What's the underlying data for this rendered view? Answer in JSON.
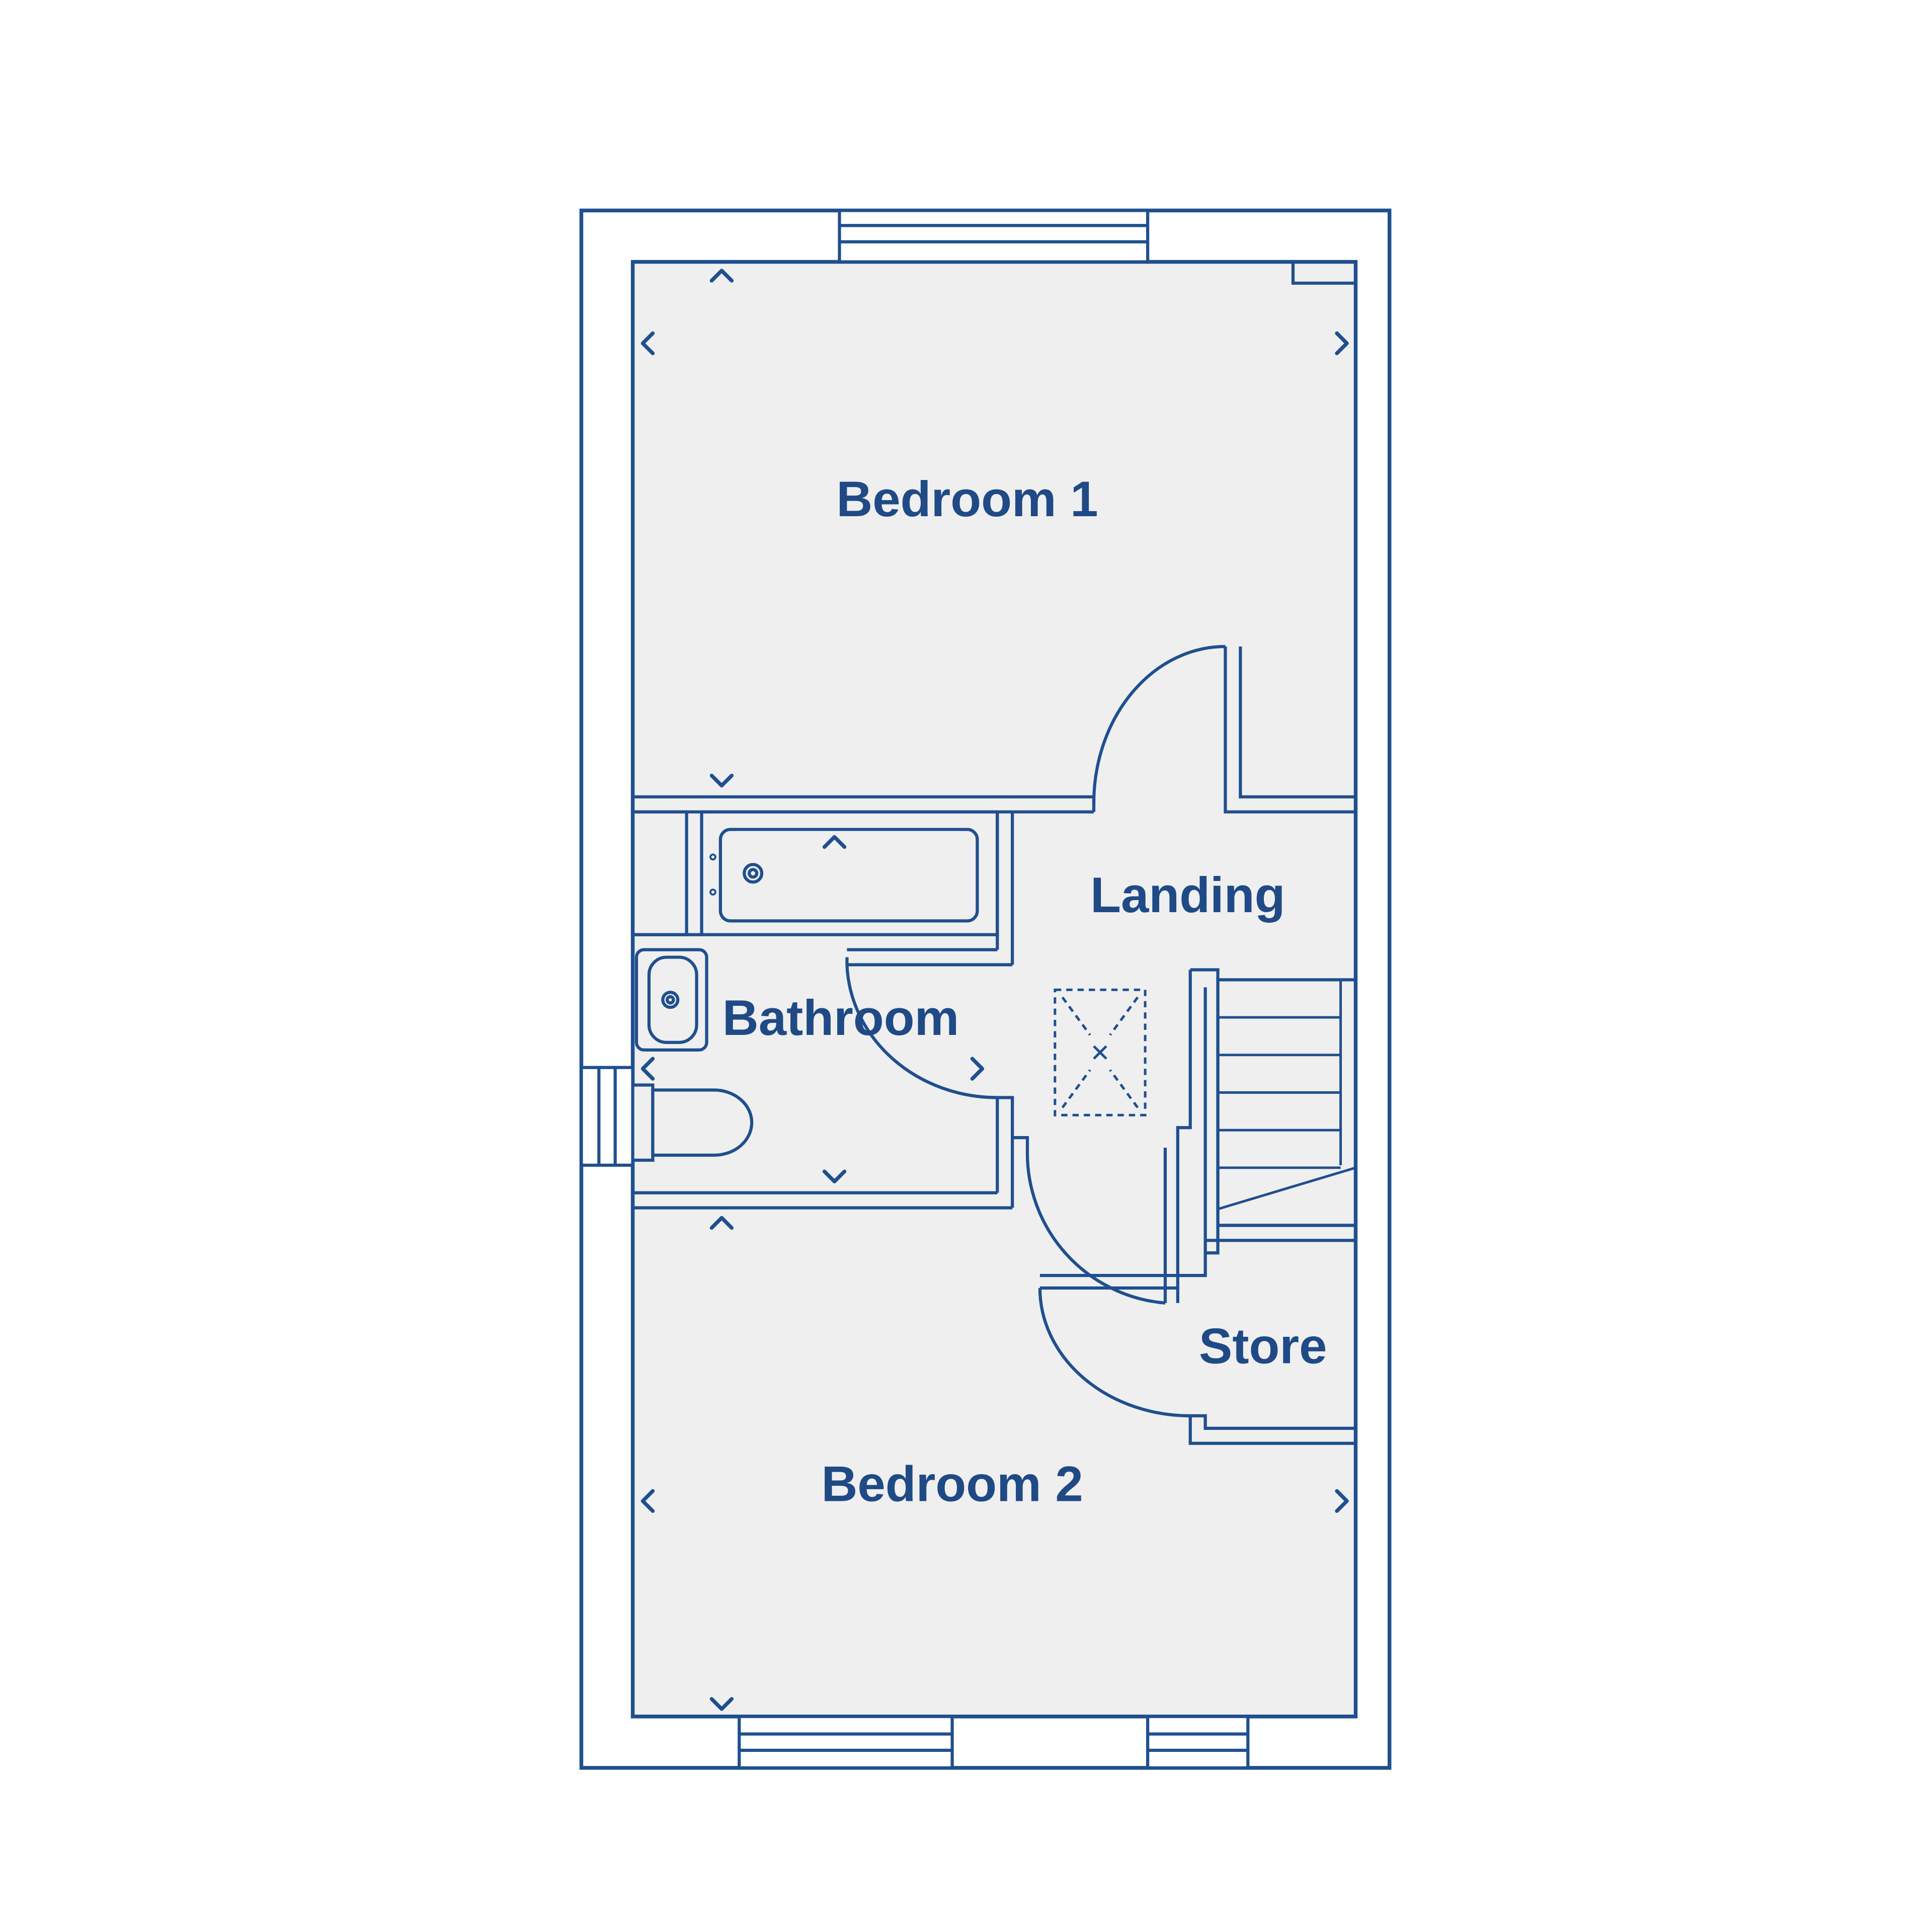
{
  "colors": {
    "line": "#1f4f8f",
    "label": "#1f4a86",
    "floor": "#efefef",
    "background": "#ffffff"
  },
  "rooms": {
    "bedroom1": {
      "label": "Bedroom 1"
    },
    "landing": {
      "label": "Landing"
    },
    "bathroom": {
      "label": "Bathroom"
    },
    "store": {
      "label": "Store"
    },
    "bedroom2": {
      "label": "Bedroom 2"
    }
  },
  "symbols": {
    "dimension_marker": "chevron-icon",
    "loft_hatch": "loft-hatch-icon",
    "staircase": "staircase-icon"
  }
}
